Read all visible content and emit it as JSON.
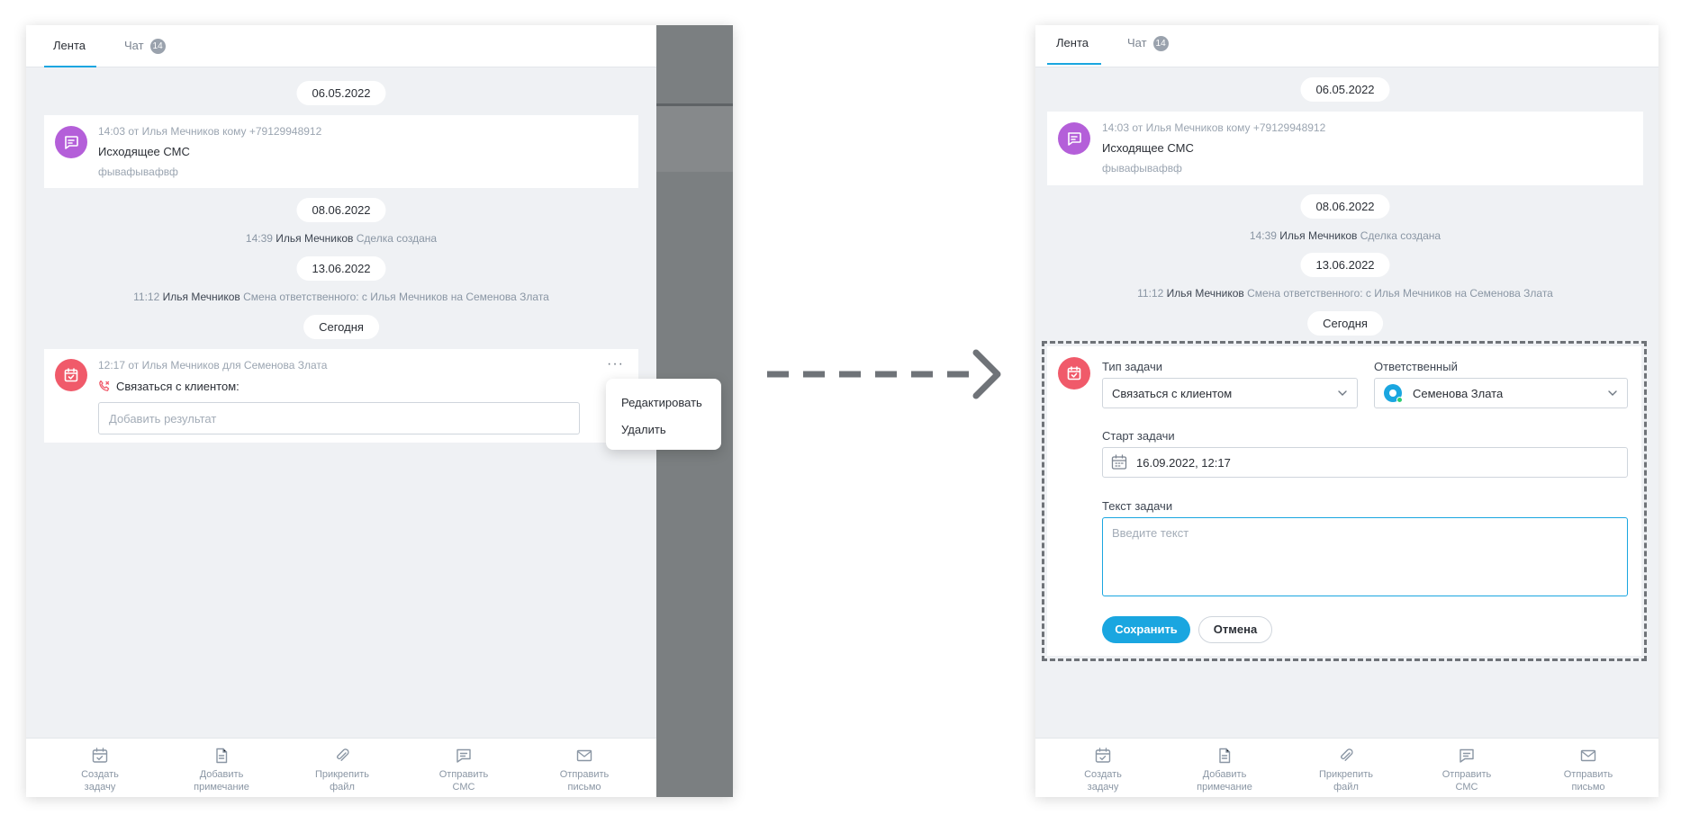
{
  "left": {
    "tabs": [
      {
        "label": "Лента",
        "active": true
      },
      {
        "label": "Чат",
        "badge": "14"
      }
    ],
    "dates": [
      "06.05.2022",
      "08.06.2022",
      "13.06.2022",
      "Сегодня"
    ],
    "sms": {
      "meta": "14:03 от Илья Мечников кому +79129948912",
      "title": "Исходящее СМС",
      "body": "фывафывафвф"
    },
    "events": [
      {
        "time": "14:39",
        "actor": "Илья Мечников",
        "desc": "Сделка создана"
      },
      {
        "time": "11:12",
        "actor": "Илья Мечников",
        "desc": "Смена ответственного: с Илья Мечников на Семенова Злата"
      }
    ],
    "task": {
      "meta": "12:17 от Илья Мечников для Семенова Злата",
      "title": "Связаться с клиентом:",
      "result_placeholder": "Добавить результат",
      "more": "···"
    },
    "menu": [
      "Редактировать",
      "Удалить"
    ]
  },
  "right": {
    "tabs": [
      {
        "label": "Лента",
        "active": true
      },
      {
        "label": "Чат",
        "badge": "14"
      }
    ],
    "dates": [
      "06.05.2022",
      "08.06.2022",
      "13.06.2022",
      "Сегодня"
    ],
    "sms": {
      "meta": "14:03 от Илья Мечников кому +79129948912",
      "title": "Исходящее СМС",
      "body": "фывафывафвф"
    },
    "events": [
      {
        "time": "14:39",
        "actor": "Илья Мечников",
        "desc": "Сделка создана"
      },
      {
        "time": "11:12",
        "actor": "Илья Мечников",
        "desc": "Смена ответственного: с Илья Мечников на Семенова Злата"
      }
    ],
    "form": {
      "type_label": "Тип задачи",
      "type_value": "Связаться с клиентом",
      "owner_label": "Ответственный",
      "owner_value": "Семенова Злата",
      "start_label": "Старт задачи",
      "start_value": "16.09.2022, 12:17",
      "text_label": "Текст задачи",
      "text_placeholder": "Введите текст",
      "save": "Сохранить",
      "cancel": "Отмена"
    }
  },
  "bottom_actions": [
    {
      "icon": "calendar-check-icon",
      "line1": "Создать",
      "line2": "задачу"
    },
    {
      "icon": "document-icon",
      "line1": "Добавить",
      "line2": "примечание"
    },
    {
      "icon": "paperclip-icon",
      "line1": "Прикрепить",
      "line2": "файл"
    },
    {
      "icon": "message-icon",
      "line1": "Отправить",
      "line2": "СМС"
    },
    {
      "icon": "envelope-icon",
      "line1": "Отправить",
      "line2": "письмо"
    }
  ],
  "colors": {
    "accent": "#1aa6e0",
    "sms_icon": "#b45fd9",
    "task_icon": "#f05a6a",
    "panel_bg": "#eff1f4"
  }
}
